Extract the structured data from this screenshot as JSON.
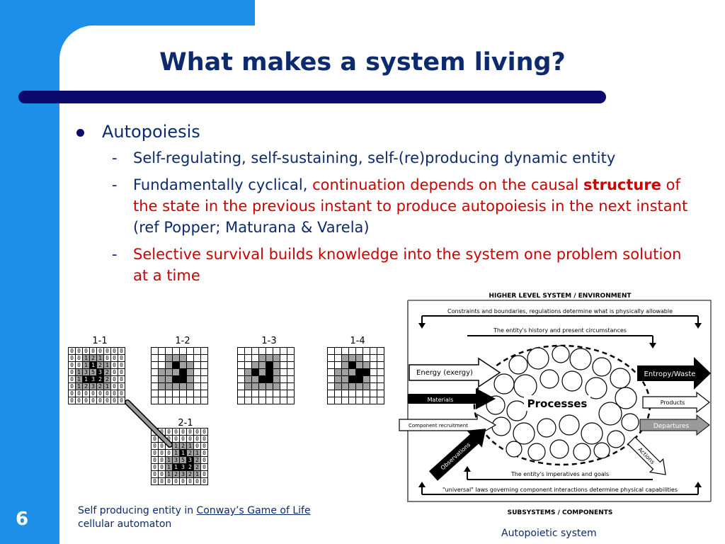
{
  "slide": {
    "title": "What makes a system living?",
    "number": "6"
  },
  "bullets": {
    "main": "Autopoiesis",
    "sub1": "Self-regulating, self-sustaining, self-(re)producing dynamic entity",
    "sub2": {
      "plain": "Fundamentally cyclical, ",
      "red1": "continuation depends on the causal ",
      "bold": "structure",
      "red2": " of the state in the previous instant to produce autopoiesis in the next instant",
      "tail": " (ref Popper; Maturana & Varela)"
    },
    "sub3": "Selective survival builds knowledge into the system one problem solution at a time",
    "dash": "-"
  },
  "gol": {
    "labels": [
      "1-1",
      "1-2",
      "1-3",
      "1-4",
      "2-1"
    ],
    "caption_prefix": "Self producing entity in ",
    "caption_link": "Conway’s Game of Life",
    "caption_suffix": "cellular automaton"
  },
  "diagram": {
    "top_title": "HIGHER LEVEL SYSTEM / ENVIRONMENT",
    "constraints": "Constraints and boundaries, regulations determine what is physically allowable",
    "history": "The entity's history and present circumstances",
    "energy": "Energy (exergy)",
    "materials": "Materials",
    "component": "Component recruitment",
    "observations": "Observations",
    "processes": "Processes",
    "entropy": "Entropy/Waste",
    "products": "Products",
    "departures": "Departures",
    "actions": "Actions",
    "imperatives": "The entity's imperatives and goals",
    "laws": "\"universal\" laws governing component interactions determine physical capabilities",
    "bottom_title": "SUBSYSTEMS / COMPONENTS",
    "caption": "Autopoietic system"
  }
}
